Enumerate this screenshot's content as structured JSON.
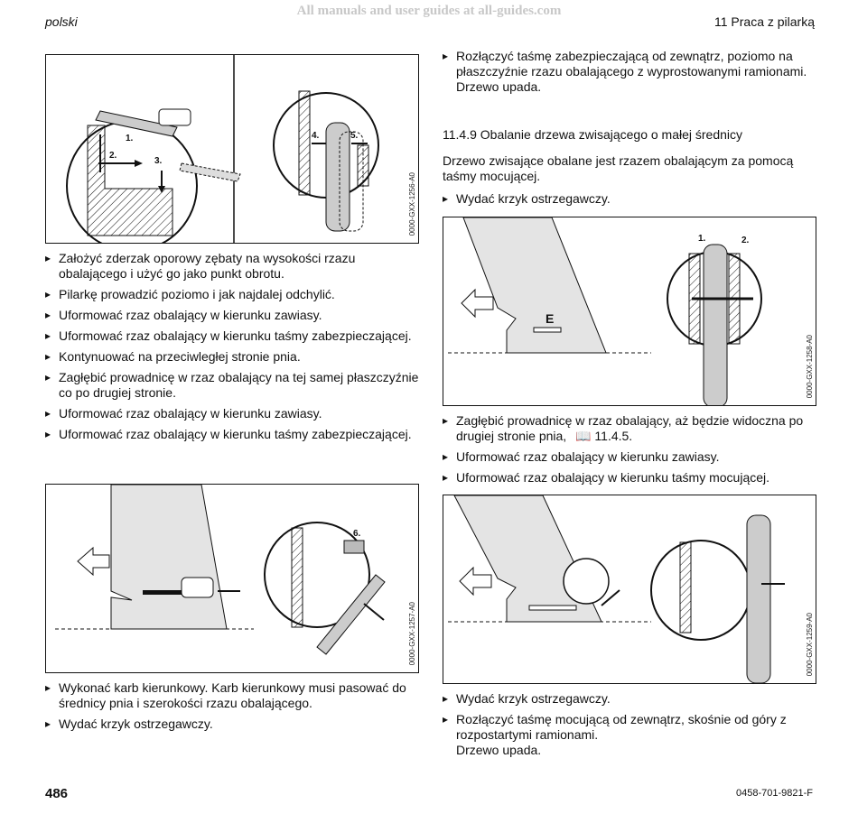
{
  "watermark": "All manuals and user guides at all-guides.com",
  "header": {
    "language": "polski",
    "chapter": "11 Praca z pilarką"
  },
  "figures": {
    "fig1": {
      "code": "0000-GXX-1256-A0",
      "labels": [
        "1.",
        "2.",
        "3.",
        "4.",
        "5."
      ]
    },
    "fig2": {
      "code": "0000-GXX-1257-A0",
      "labels": [
        "6."
      ]
    },
    "fig3": {
      "code": "0000-GXX-1258-A0",
      "labels": [
        "1.",
        "2.",
        "E"
      ]
    },
    "fig4": {
      "code": "0000-GXX-1259-A0"
    }
  },
  "left_steps_a": [
    "Założyć zderzak oporowy zębaty na wysokości rzazu obalającego i użyć go jako punkt obrotu.",
    "Pilarkę prowadzić poziomo i jak najdalej odchylić.",
    "Uformować rzaz obalający w kierunku zawiasy.",
    "Uformować rzaz obalający w kierunku taśmy zabezpieczającej.",
    "Kontynuować na przeciwległej stronie pnia.",
    "Zagłębić prowadnicę w rzaz obalający na tej samej płaszczyźnie co po drugiej stronie.",
    "Uformować rzaz obalający w kierunku zawiasy.",
    "Uformować rzaz obalający w kierunku taśmy zabezpieczającej."
  ],
  "left_steps_b": [
    "Wykonać karb kierunkowy. Karb kierunkowy musi pasować do średnicy pnia i szerokości rzazu obalającego.",
    "Wydać krzyk ostrzegawczy."
  ],
  "right_top_step": {
    "text": "Rozłączyć taśmę zabezpieczającą od zewnątrz, poziomo na płaszczyźnie rzazu obalającego z wyprostowanymi ramionami.",
    "sub": "Drzewo upada."
  },
  "section": {
    "title": "11.4.9   Obalanie drzewa zwisającego o małej średnicy",
    "intro": "Drzewo zwisające obalane jest rzazem obalającym za pomocą taśmy mocującej."
  },
  "right_steps_a": [
    "Wydać krzyk ostrzegawczy."
  ],
  "right_steps_b": {
    "first": "Zagłębić prowadnicę w rzaz obalający, aż będzie widoczna po drugiej stronie pnia,",
    "ref_icon": "book-icon",
    "ref": "11.4.5.",
    "items": [
      "Uformować rzaz obalający w kierunku zawiasy.",
      "Uformować rzaz obalający w kierunku taśmy mocującej."
    ]
  },
  "right_steps_c": {
    "warn": "Wydać krzyk ostrzegawczy.",
    "last": "Rozłączyć taśmę mocującą od zewnątrz, skośnie od góry z rozpostartymi ramionami.",
    "sub": "Drzewo upada."
  },
  "footer": {
    "page": "486",
    "code": "0458-701-9821-F"
  }
}
